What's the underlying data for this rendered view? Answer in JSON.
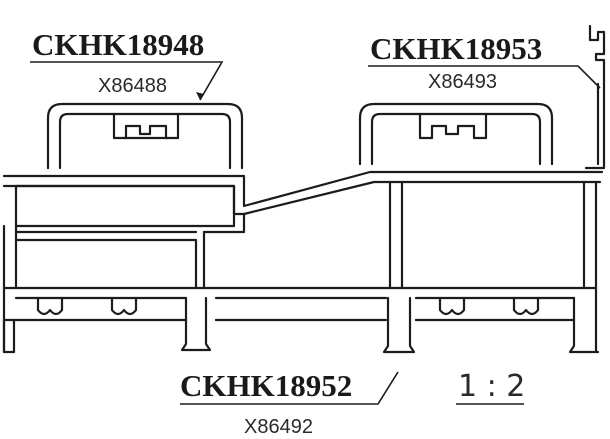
{
  "labels": {
    "top_left": {
      "code": "CKHK18948",
      "sub": "X86488"
    },
    "top_right": {
      "code": "CKHK18953",
      "sub": "X86493"
    },
    "bottom": {
      "code": "CKHK18952",
      "sub": "X86492"
    }
  },
  "scale": "1 : 2",
  "colors": {
    "line": "#1c1c1c",
    "background": "#ffffff"
  }
}
